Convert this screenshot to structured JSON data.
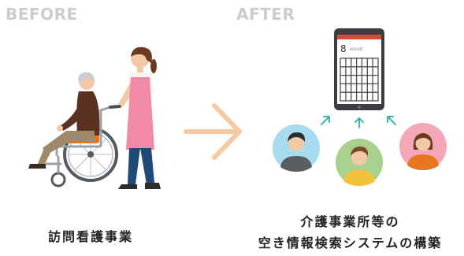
{
  "before": {
    "heading": "BEFORE",
    "caption": "訪問看護事業"
  },
  "after": {
    "heading": "AFTER",
    "caption_line1": "介護事業所等の",
    "caption_line2": "空き情報検索システムの構築"
  },
  "calendar": {
    "day": "8",
    "month": "AUGUST"
  },
  "colors": {
    "heading": "#cccccc",
    "arrow": "#f5c9a3",
    "teal_arrows": "#3cb8a8",
    "nurse_apron": "#f08aa6",
    "wheelchair_seat": "#e8761e",
    "avatar_blue": "#a7dbf0",
    "avatar_green": "#a8d18d",
    "avatar_pink": "#f4a7b7",
    "calendar_red": "#e0463a"
  }
}
